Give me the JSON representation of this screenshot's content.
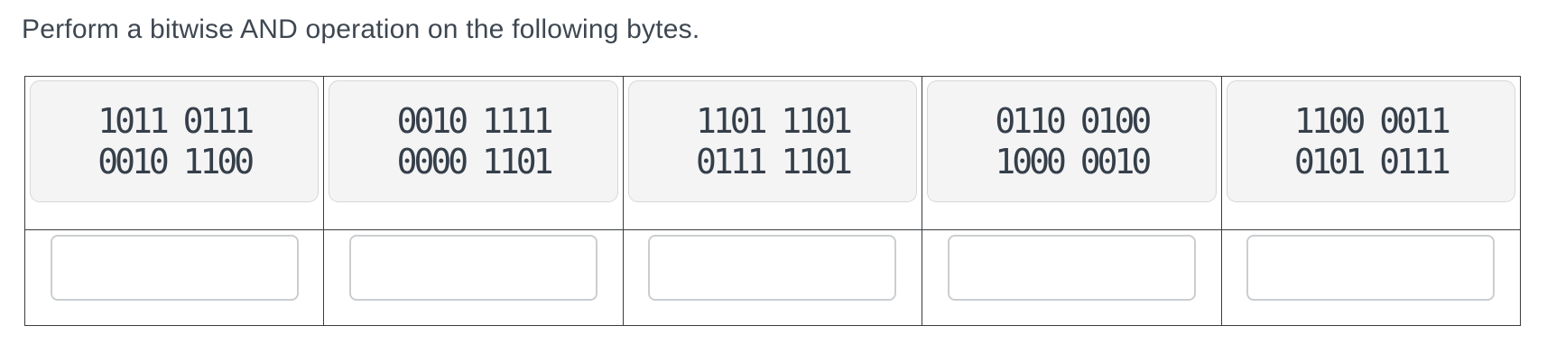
{
  "question": {
    "prompt": "Perform a bitwise AND operation on the following bytes."
  },
  "columns": [
    {
      "byte_top": "1011 0111",
      "byte_bottom": "0010 1100",
      "answer": ""
    },
    {
      "byte_top": "0010 1111",
      "byte_bottom": "0000 1101",
      "answer": ""
    },
    {
      "byte_top": "1101 1101",
      "byte_bottom": "0111 1101",
      "answer": ""
    },
    {
      "byte_top": "0110 0100",
      "byte_bottom": "1000 0010",
      "answer": ""
    },
    {
      "byte_top": "1100 0011",
      "byte_bottom": "0101 0111",
      "answer": ""
    }
  ],
  "colors": {
    "prompt_text": "#3e4751",
    "byte_text": "#353f4a",
    "card_background": "#f4f4f5",
    "card_border": "#d4d7d9",
    "table_border": "#3a3e41",
    "input_border": "#cbced1"
  }
}
